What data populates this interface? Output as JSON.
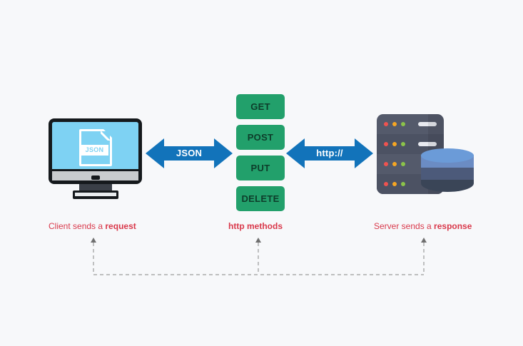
{
  "diagram": {
    "title": "Client Server HTTP Request Response Diagram",
    "background_color": "#f7f8fa",
    "accent_colors": {
      "arrow_blue": "#1273ba",
      "method_green": "#22a06b",
      "caption_red": "#d9384a",
      "screen_blue": "#7ed2f3",
      "server_gray": "#545a6b",
      "database_blue": "#6b9bd8"
    }
  },
  "client": {
    "icon_name": "monitor-with-json-file",
    "file_icon_label": "JSON"
  },
  "arrows": [
    {
      "name": "json-arrow",
      "label": "JSON"
    },
    {
      "name": "http-arrow",
      "label": "http://"
    }
  ],
  "http_methods": {
    "items": [
      {
        "label": "GET"
      },
      {
        "label": "POST"
      },
      {
        "label": "PUT"
      },
      {
        "label": "DELETE"
      }
    ]
  },
  "server": {
    "icon_name": "server-rack-with-database",
    "rack_rows": 4,
    "led_colors": [
      "#ef5350",
      "#f5a623",
      "#8bc34a"
    ]
  },
  "captions": {
    "client": {
      "prefix": "Client sends a ",
      "emphasis": "request"
    },
    "methods": {
      "prefix": "",
      "emphasis": "http methods"
    },
    "server": {
      "prefix": "Server sends a ",
      "emphasis": "response"
    }
  }
}
